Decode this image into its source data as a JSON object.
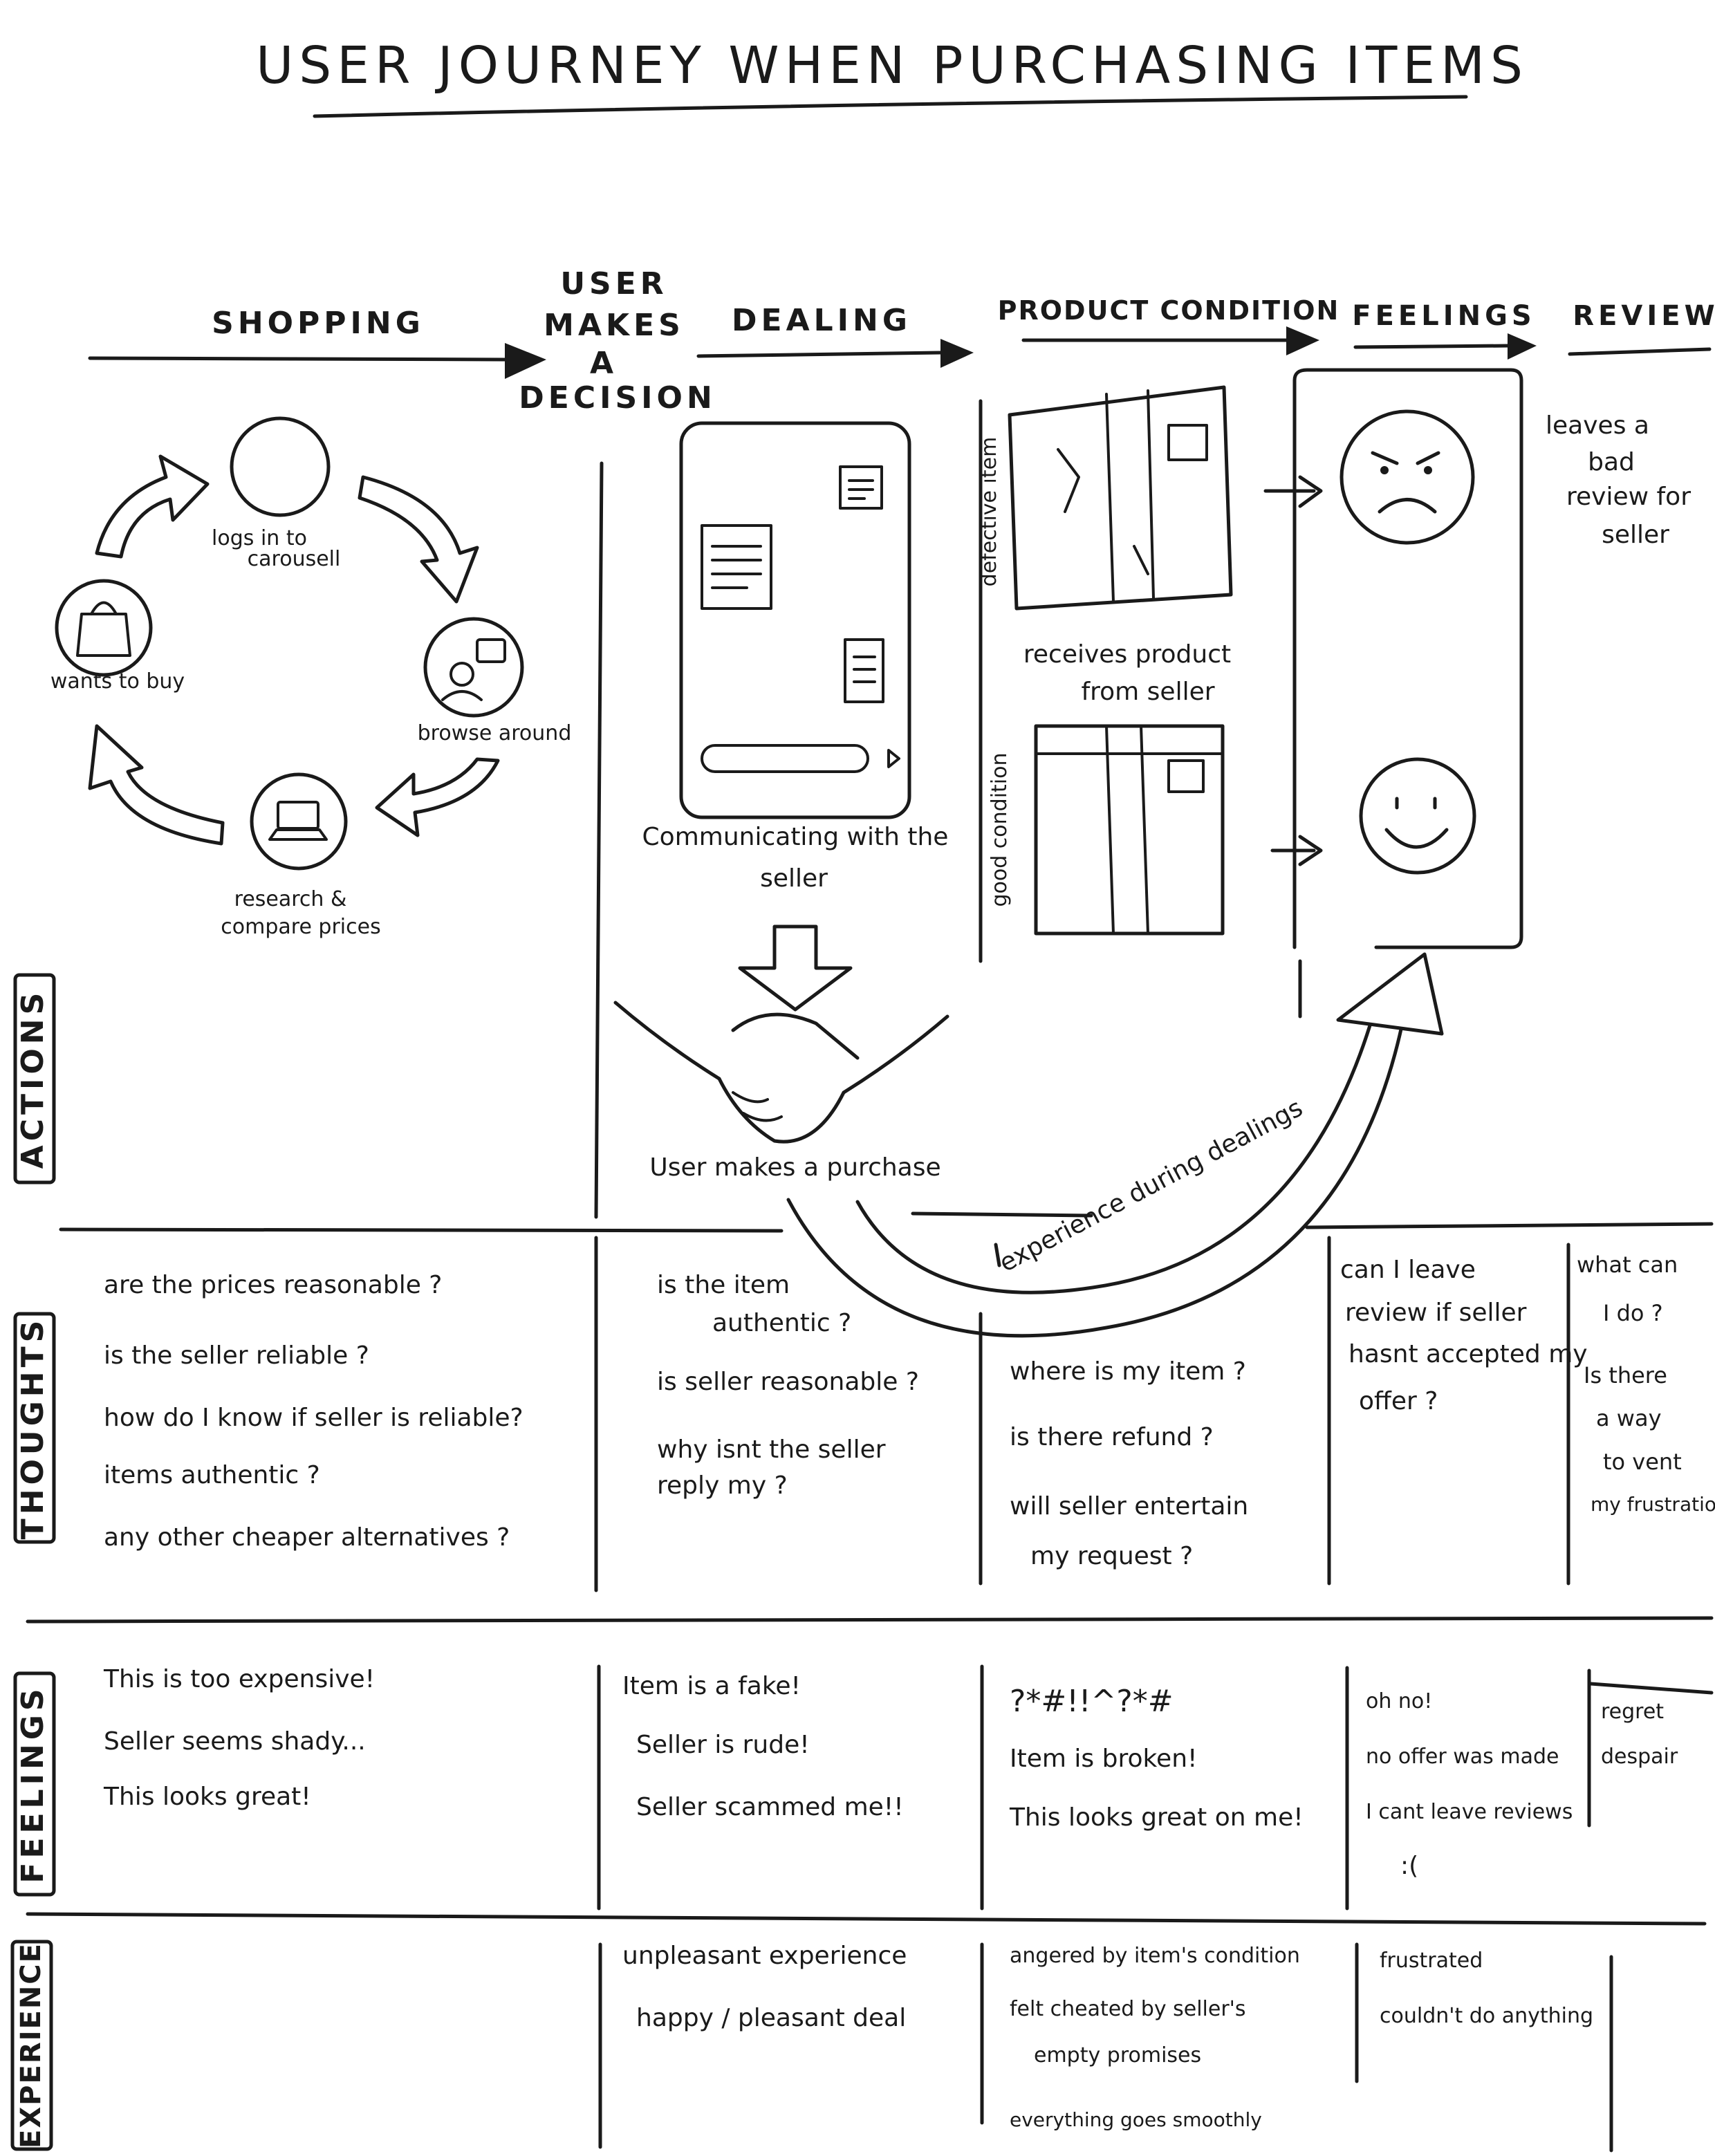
{
  "title": "USER JOURNEY WHEN PURCHASING ITEMS",
  "stages": {
    "shopping": "SHOPPING",
    "decision": [
      "USER",
      "MAKES",
      "A",
      "DECISION"
    ],
    "dealing": "DEALING",
    "product_condition": "PRODUCT CONDITION",
    "feelings": "FEELINGS",
    "review": "REVIEW"
  },
  "cycle": {
    "login": [
      "logs in to",
      "carousell"
    ],
    "browse": "browse around",
    "research": [
      "research &",
      "compare prices"
    ],
    "wants": "wants to buy"
  },
  "dealing": {
    "communicating": [
      "Communicating with the",
      "seller"
    ],
    "purchase": "User makes a purchase",
    "experience_arrow": "experience during dealings"
  },
  "product": {
    "defective": "defective item",
    "good": "good condition",
    "receives": [
      "receives product",
      "from seller"
    ]
  },
  "review_text": [
    "leaves a",
    "bad",
    "review for",
    "seller"
  ],
  "rows": {
    "actions": "ACTIONS",
    "thoughts": "THOUGHTS",
    "feelings": "FEELINGS",
    "experience": "EXPERIENCE"
  },
  "thoughts": {
    "shopping": [
      "are the prices reasonable ?",
      "is the seller reliable ?",
      "how do I know if seller is reliable?",
      "items authentic ?",
      "any other cheaper alternatives ?"
    ],
    "dealing": [
      "is the item",
      "authentic ?",
      "is seller reasonable ?",
      "why isnt the seller",
      "reply my ?"
    ],
    "product": [
      "where is my item ?",
      "is there refund ?",
      "will seller entertain",
      "my request ?"
    ],
    "feelings": [
      "can I leave",
      "review if seller",
      "hasnt accepted my",
      "offer ?"
    ],
    "review": [
      "what can",
      "I do ?",
      "Is there",
      "a way",
      "to vent",
      "my frustration"
    ]
  },
  "feelings": {
    "shopping": [
      "This is too expensive!",
      "Seller seems shady...",
      "This looks great!"
    ],
    "dealing": [
      "Item is a fake!",
      "Seller is rude!",
      "Seller scammed me!!"
    ],
    "product": [
      "?*#!!^?*#",
      "Item is broken!",
      "This looks great on me!"
    ],
    "feelings": [
      "oh no!",
      "no offer was made",
      "I cant leave reviews",
      ":("
    ],
    "review": [
      "regret",
      "despair"
    ]
  },
  "experience": {
    "dealing": [
      "unpleasant experience",
      "happy / pleasant deal"
    ],
    "product": [
      "angered by item's condition",
      "felt cheated by seller's",
      "empty promises",
      "everything goes smoothly"
    ],
    "feelings": [
      "frustrated",
      "couldn't do anything"
    ]
  }
}
